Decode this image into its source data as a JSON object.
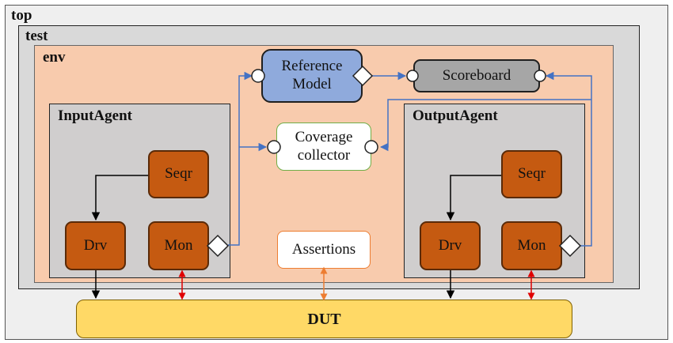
{
  "top": {
    "label": "top"
  },
  "test": {
    "label": "test"
  },
  "env": {
    "label": "env"
  },
  "input_agent": {
    "label": "InputAgent",
    "seqr": "Seqr",
    "drv": "Drv",
    "mon": "Mon"
  },
  "output_agent": {
    "label": "OutputAgent",
    "seqr": "Seqr",
    "drv": "Drv",
    "mon": "Mon"
  },
  "reference_model": {
    "line1": "Reference",
    "line2": "Model"
  },
  "scoreboard": {
    "label": "Scoreboard"
  },
  "coverage": {
    "line1": "Coverage",
    "line2": "collector"
  },
  "assertions": {
    "label": "Assertions"
  },
  "dut": {
    "label": "DUT"
  },
  "colors": {
    "top_bg": "#efefef",
    "test_bg": "#d9d9d9",
    "env_bg": "#f8cbad",
    "agent_bg": "#d0cece",
    "component": "#c55a11",
    "reference": "#8faadc",
    "scoreboard": "#a6a6a6",
    "dut": "#ffd966",
    "connector": "#4472c4",
    "dut_link_red": "#e00000",
    "dut_link_orange": "#ed7d31"
  }
}
